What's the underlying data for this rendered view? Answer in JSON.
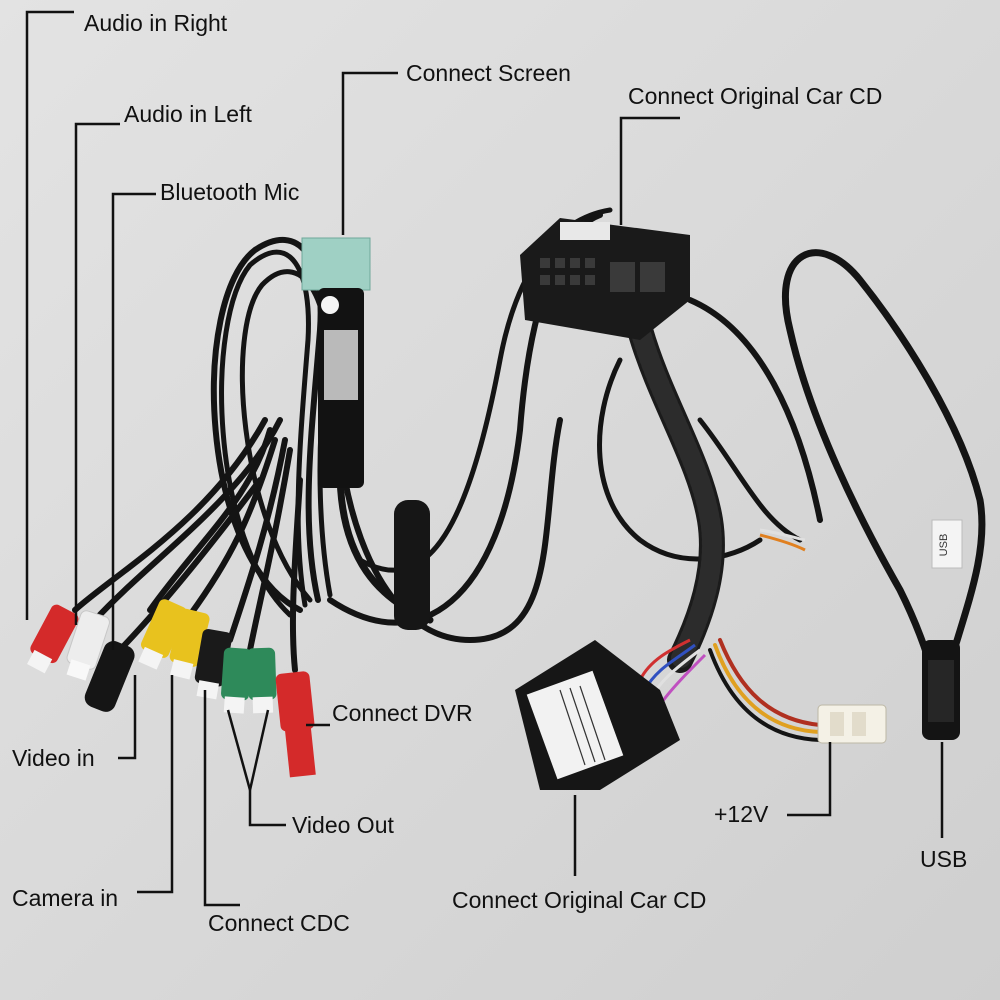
{
  "labels": {
    "audio_in_right": "Audio in Right",
    "audio_in_left": "Audio in Left",
    "bluetooth_mic": "Bluetooth Mic",
    "connect_screen": "Connect Screen",
    "connect_original_car_cd_top": "Connect Original Car CD",
    "connect_dvr": "Connect DVR",
    "video_in": "Video in",
    "video_out": "Video Out",
    "camera_in": "Camera in",
    "connect_cdc": "Connect CDC",
    "connect_original_car_cd_bottom": "Connect Original Car CD",
    "plus_12v": "+12V",
    "usb": "USB"
  },
  "printed": {
    "usb_tag": "USB"
  },
  "colors": {
    "background": "#dcdcdc",
    "cable": "#141414",
    "rca_red": "#d42a2a",
    "rca_white": "#ededed",
    "rca_yellow": "#e8c21e",
    "rca_green": "#2e8a5a",
    "screen_plug": "#9fd0c4",
    "power_plug": "#f4f1e6",
    "callout_line": "#111111"
  }
}
